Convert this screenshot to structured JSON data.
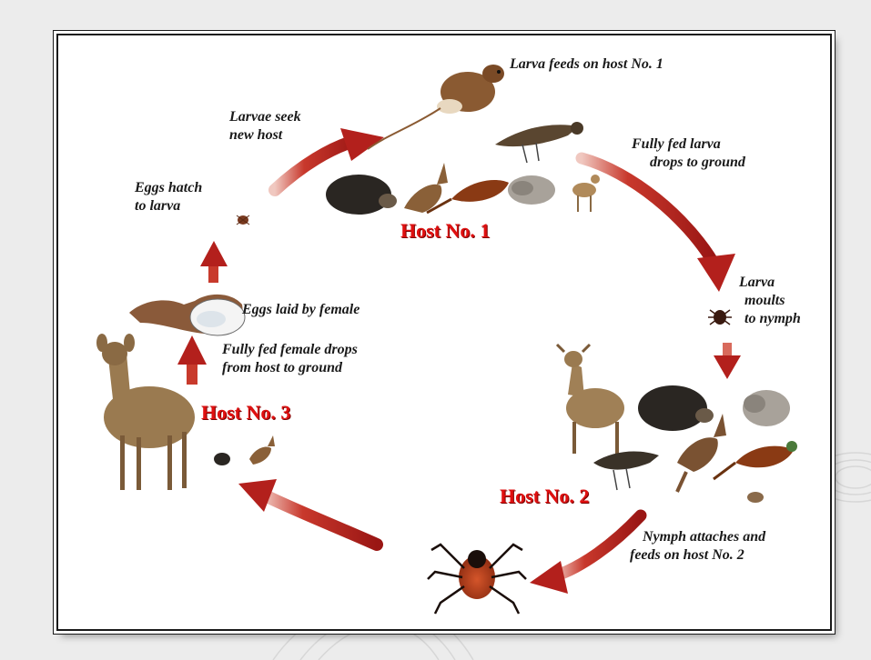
{
  "labels": {
    "larva_feeds": "Larva feeds on host No. 1",
    "fully_fed_larva_l1": "Fully fed larva",
    "fully_fed_larva_l2": "drops to ground",
    "larva_moults_l1": "Larva",
    "larva_moults_l2": "moults",
    "larva_moults_l3": "to nymph",
    "nymph_attaches_l1": "Nymph attaches and",
    "nymph_attaches_l2": "feeds on host No. 2",
    "fully_fed_female_l1": "Fully fed female drops",
    "fully_fed_female_l2": "from host to ground",
    "eggs_laid": "Eggs laid by female",
    "eggs_hatch_l1": "Eggs hatch",
    "eggs_hatch_l2": "to larva",
    "larvae_seek_l1": "Larvae seek",
    "larvae_seek_l2": "new host"
  },
  "hosts": {
    "host1": "Host No. 1",
    "host2": "Host No. 2",
    "host3": "Host No. 3"
  },
  "colors": {
    "arrow": "#b3201c",
    "host_label": "#e01010",
    "background": "#ececec",
    "frame": "#ffffff"
  },
  "icons": [
    "deer-icon",
    "hedgehog-icon",
    "rabbit-icon",
    "bird-icon",
    "pheasant-icon",
    "mouse-icon",
    "squirrel-icon",
    "tick-icon",
    "eggs-icon",
    "larva-icon"
  ]
}
